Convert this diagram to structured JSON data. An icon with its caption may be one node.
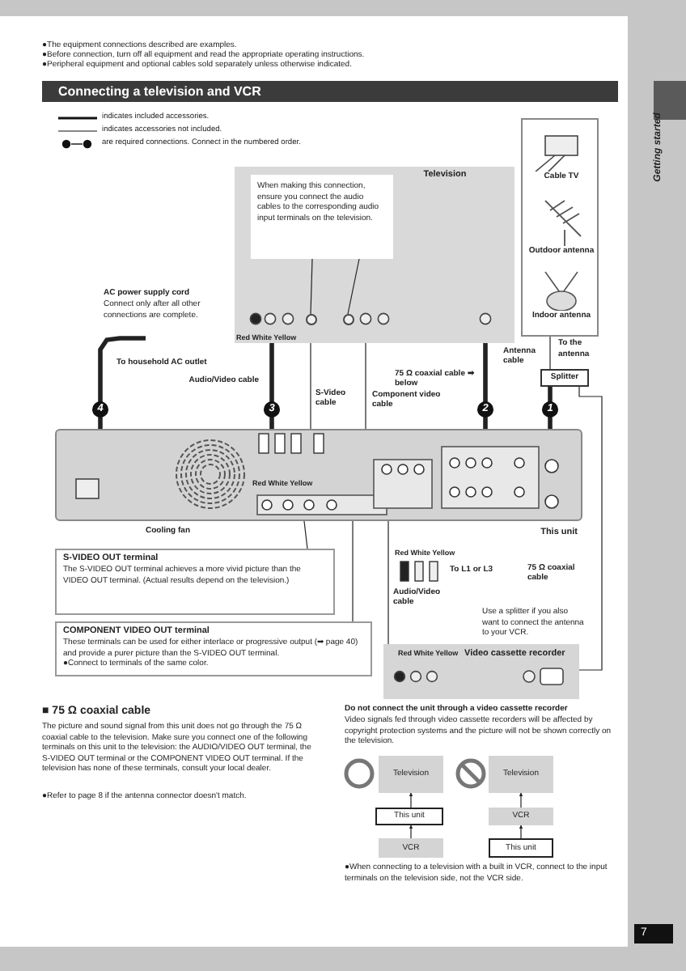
{
  "diagram": {
    "title": "Connecting a television and VCR",
    "nodes": [
      {
        "text": [
          "Television"
        ]
      },
      {
        "text": [
          "When making this connection, ensure you connect the audio cables to the corresponding audio input terminals on the television."
        ],
        "in": 0
      },
      {
        "text": [],
        "shape": "box"
      },
      {
        "text": [
          "Cable TV"
        ],
        "in": 2
      },
      {
        "text": [
          "Outdoor antenna"
        ],
        "in": 2
      },
      {
        "text": [
          "Indoor antenna"
        ],
        "in": 2
      },
      {
        "text": [
          "Splitter"
        ]
      },
      {
        "text": [
          "This unit"
        ]
      },
      {
        "text": [
          "Video cassette recorder"
        ]
      },
      {
        "text": [
          "S-VIDEO OUT terminal",
          "The S-VIDEO OUT terminal achieves a more vivid picture than the VIDEO OUT terminal. (Actual results depend on the television.)"
        ]
      },
      {
        "text": [
          "COMPONENT VIDEO OUT terminal",
          "These terminals can be used for either interlace or progressive output (➡ page 40) and provide a purer picture than the S-VIDEO OUT terminal.",
          "●Connect to terminals of the same color."
        ]
      },
      {
        "text": [
          "Television"
        ]
      },
      {
        "text": [
          "This unit"
        ]
      },
      {
        "text": [
          "VCR"
        ]
      },
      {
        "text": [
          "Television"
        ]
      },
      {
        "text": [
          "VCR"
        ]
      },
      {
        "text": [
          "This unit"
        ]
      },
      {
        "text": [],
        "shape": "circle",
        "in": 0
      },
      {
        "text": [],
        "shape": "circle",
        "in": 0
      }
    ],
    "edges": [
      {
        "from": 7,
        "to": 0,
        "arrow": "none",
        "label": "Audio/Video cable",
        "style": "thick"
      },
      {
        "from": 7,
        "to": 0,
        "arrow": "none",
        "label": "S-Video cable"
      },
      {
        "from": 7,
        "to": 0,
        "arrow": "none",
        "label": "Component video cable"
      },
      {
        "from": 7,
        "to": 0,
        "arrow": "none",
        "label": "75 Ω coaxial cable ➡ below",
        "style": "thick"
      },
      {
        "from": 6,
        "to": 7,
        "arrow": "none",
        "style": "thick"
      },
      {
        "from": 2,
        "to": 6,
        "arrow": "none",
        "label": "Antenna cable"
      },
      {
        "from": 7,
        "to": null,
        "arrow": "none",
        "style": "thick"
      },
      {
        "from": 7,
        "to": 8,
        "arrow": "none",
        "label": "Audio/Video cable"
      },
      {
        "from": 6,
        "to": 8,
        "arrow": "none",
        "label": "75 Ω coaxial cable"
      },
      {
        "from": 9,
        "to": 7,
        "arrow": "none"
      },
      {
        "from": 10,
        "to": 7,
        "arrow": "none"
      },
      {
        "from": 13,
        "to": 12,
        "arrow": "to"
      },
      {
        "from": 12,
        "to": 11,
        "arrow": "to"
      },
      {
        "from": 16,
        "to": 15,
        "arrow": "to"
      },
      {
        "from": 15,
        "to": 14,
        "arrow": "to"
      },
      {
        "from": 1,
        "to": 17,
        "arrow": "none"
      },
      {
        "from": 1,
        "to": 18,
        "arrow": "none"
      }
    ],
    "labels": [
      "●The equipment connections described are examples.",
      "●Before connection, turn off all equipment and read the appropriate operating instructions.",
      "●Peripheral equipment and optional cables sold separately unless otherwise indicated.",
      "Getting started",
      "AC power supply cord",
      "Connect only after all other connections are complete.",
      "To household AC outlet",
      "Red White Yellow",
      "To the antenna",
      "4",
      "3",
      "2",
      "1",
      "Red White Yellow",
      "Cooling fan",
      "Red White Yellow",
      "To L1 or L3",
      "Use a splitter if you also want to connect the antenna to your VCR.",
      "Red White Yellow",
      "■ 75 Ω coaxial cable",
      "The picture and sound signal from this unit does not go through the 75 Ω coaxial cable to the television. Make sure you connect one of the following terminals on this unit to the television: the AUDIO/VIDEO OUT terminal, the S-VIDEO OUT terminal or the COMPONENT VIDEO OUT terminal. If the television has none of these terminals, consult your local dealer.",
      "●Refer to page 8 if the antenna connector doesn't match.",
      "Do not connect the unit through a video cassette recorder",
      "Video signals fed through video cassette recorders will be affected by copyright protection systems and the picture will not be shown correctly on the television.",
      "●When connecting to a television with a built in VCR, connect to the input terminals on the television side, not the VCR side.",
      "7"
    ],
    "legend": [
      {
        "text": "indicates included accessories."
      },
      {
        "text": "indicates accessories not included."
      },
      {
        "text": "are required connections. Connect in the numbered order."
      }
    ]
  }
}
